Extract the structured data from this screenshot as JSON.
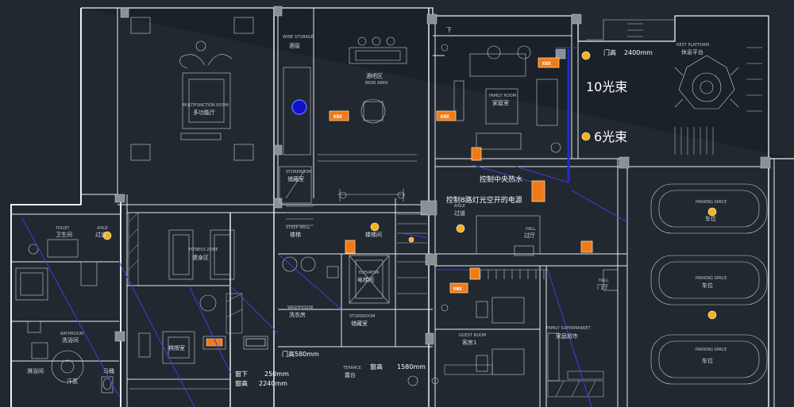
{
  "rooms": {
    "multifunction": {
      "en": "MULTIFUNCTION ROOM",
      "zh": "多功能厅"
    },
    "wine_storage": {
      "en": "WINE STORAGE",
      "zh": "酒窖"
    },
    "bar_area": {
      "en": "BEAR AREA",
      "zh": "酒吧区"
    },
    "family_room": {
      "en": "FAMILY ROOM",
      "zh": "家庭室"
    },
    "rest_platform": {
      "en": "REST PLATFORM",
      "zh": "休息平台"
    },
    "storeroom_upper": {
      "en": "STOREROOM",
      "zh": "储藏室"
    },
    "toilet": {
      "en": "TOILET",
      "zh": "卫生间"
    },
    "aisle_left": {
      "en": "AISLE",
      "zh": "过道"
    },
    "fitness": {
      "en": "FITNESS ZONE",
      "zh": "健身区"
    },
    "steep_well": {
      "en": "STEEP WELL",
      "zh": "楼梯"
    },
    "stair_hall": {
      "en": "",
      "zh": "楼梯间"
    },
    "aisle_mid": {
      "en": "AISLE",
      "zh": "过道"
    },
    "hall": {
      "en": "HALL",
      "zh": "过厅"
    },
    "parking1": {
      "en": "PARKING SPACE",
      "zh": "车位"
    },
    "parking2": {
      "en": "PARKING SPACE",
      "zh": "车位"
    },
    "parking3": {
      "en": "PARKING SPACE",
      "zh": "车位"
    },
    "elevator": {
      "en": "ELEVATOR",
      "zh": "电梯间"
    },
    "washhouse": {
      "en": "WASHHOUSE",
      "zh": "洗衣房"
    },
    "storeroom_lower": {
      "en": "STOREROOM",
      "zh": "储藏室"
    },
    "bathroom": {
      "en": "BATHROOM",
      "zh": "洗浴间"
    },
    "chess": {
      "en": "",
      "zh": "棋牌室"
    },
    "guest_room": {
      "en": "GUEST ROOM",
      "zh": "客房1"
    },
    "family_market": {
      "en": "FAMILY SUPERMARKET",
      "zh": "家庭超市"
    },
    "entry_hall": {
      "en": "HALL",
      "zh": "门厅"
    },
    "terrace": {
      "en": "TERRACE",
      "zh": "露台"
    },
    "shower": {
      "en": "",
      "zh": "淋浴间"
    },
    "sauna": {
      "en": "",
      "zh": "汗蒸"
    },
    "toilet_small": {
      "en": "",
      "zh": "马桶"
    }
  },
  "annotations": {
    "beam10": "10光束",
    "beam6": "6光束",
    "ctrl_central": "控制中央热水",
    "ctrl_power": "控制8路灯光空开的电源"
  },
  "dimensions": {
    "door_top": "门高",
    "door_top_val": "2400mm",
    "door_bottom": "门高580mm",
    "window_height": "窗高",
    "window_height_val": "1580mm",
    "sill_label": "窗下",
    "sill_val": "250mm",
    "win_label": "窗高",
    "win_val": "2240mm"
  },
  "panels": {
    "knx_label": "KNX"
  },
  "symbols": {
    "down_arrow": "下"
  },
  "colors": {
    "background": "#212830",
    "wall": "#f1f3f5",
    "wiring_blue": "#3f3fe0",
    "panel_orange": "#f07a18",
    "beam_yellow": "#f5b21a"
  }
}
